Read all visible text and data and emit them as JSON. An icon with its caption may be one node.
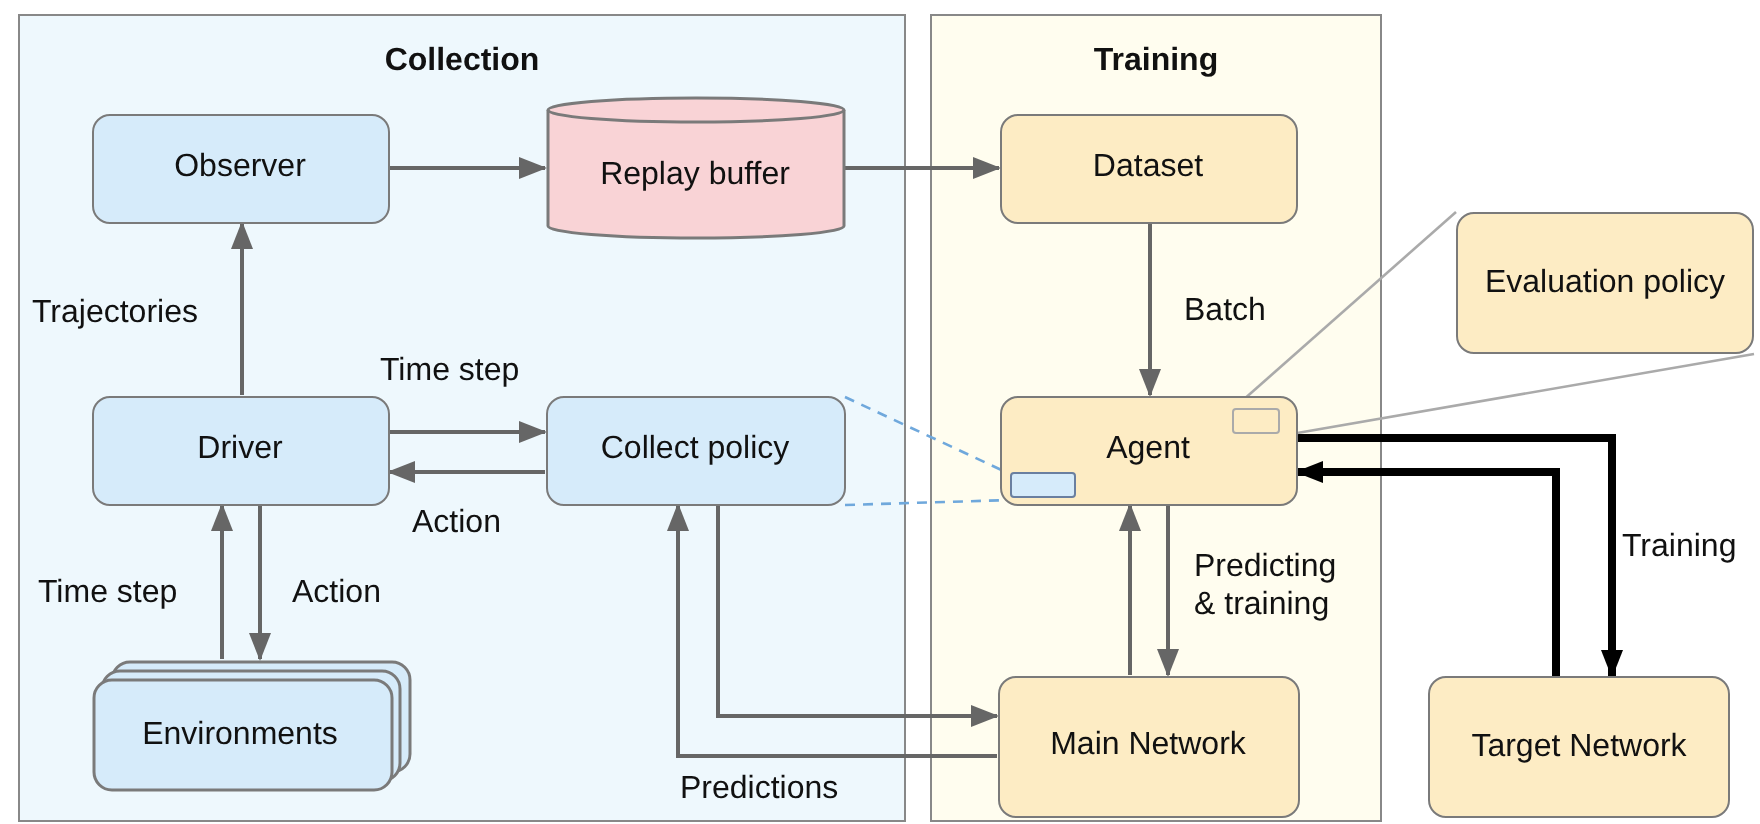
{
  "diagram": {
    "nodes": [
      {
        "text": [
          "Collection"
        ]
      },
      {
        "text": [
          "Observer"
        ],
        "in": 0
      },
      {
        "text": [
          "Replay buffer"
        ],
        "in": 0
      },
      {
        "text": [
          "Driver"
        ],
        "in": 0
      },
      {
        "text": [
          "Collect policy"
        ],
        "in": 0
      },
      {
        "text": [
          "Environments"
        ],
        "in": 0
      },
      {
        "text": [
          "Training"
        ]
      },
      {
        "text": [
          "Dataset"
        ],
        "in": 6
      },
      {
        "text": [
          "Agent"
        ],
        "in": 6
      },
      {
        "text": [],
        "shape": "box",
        "in": 8
      },
      {
        "text": [],
        "shape": "box",
        "in": 8
      },
      {
        "text": [
          "Main Network"
        ],
        "in": 6
      },
      {
        "text": [
          "Evaluation policy"
        ]
      },
      {
        "text": [
          "Target Network"
        ]
      }
    ],
    "edges": [
      {
        "from": 1,
        "to": 2,
        "arrow": "to"
      },
      {
        "from": 2,
        "to": 7,
        "arrow": "to"
      },
      {
        "from": 7,
        "to": 8,
        "arrow": "to",
        "label": "Batch"
      },
      {
        "from": 3,
        "to": 1,
        "arrow": "to",
        "label": "Trajectories"
      },
      {
        "from": 3,
        "to": 4,
        "arrow": "to",
        "label": "Time step"
      },
      {
        "from": 4,
        "to": 3,
        "arrow": "to",
        "label": "Action"
      },
      {
        "from": 5,
        "to": 3,
        "arrow": "to",
        "label": "Time step"
      },
      {
        "from": 3,
        "to": 5,
        "arrow": "to",
        "label": "Action"
      },
      {
        "from": 4,
        "to": 11,
        "arrow": "to"
      },
      {
        "from": 11,
        "to": 4,
        "arrow": "to",
        "label": "Predictions"
      },
      {
        "from": 11,
        "to": 8,
        "arrow": "to"
      },
      {
        "from": 8,
        "to": 11,
        "arrow": "to",
        "label": "Predicting & training"
      },
      {
        "from": 8,
        "to": 13,
        "arrow": "to",
        "label": "Training",
        "style": "thick",
        "color": "#000000"
      },
      {
        "from": 13,
        "to": 8,
        "arrow": "to",
        "style": "thick",
        "color": "#000000"
      },
      {
        "from": 4,
        "to": 10,
        "arrow": "none",
        "style": "dashed",
        "color": "#6fa8dc"
      },
      {
        "from": 4,
        "to": 10,
        "arrow": "none",
        "style": "dashed",
        "color": "#6fa8dc"
      },
      {
        "from": 9,
        "to": 12,
        "arrow": "none",
        "color": "#aaaaaa"
      },
      {
        "from": 9,
        "to": 12,
        "arrow": "none",
        "color": "#aaaaaa"
      }
    ]
  }
}
